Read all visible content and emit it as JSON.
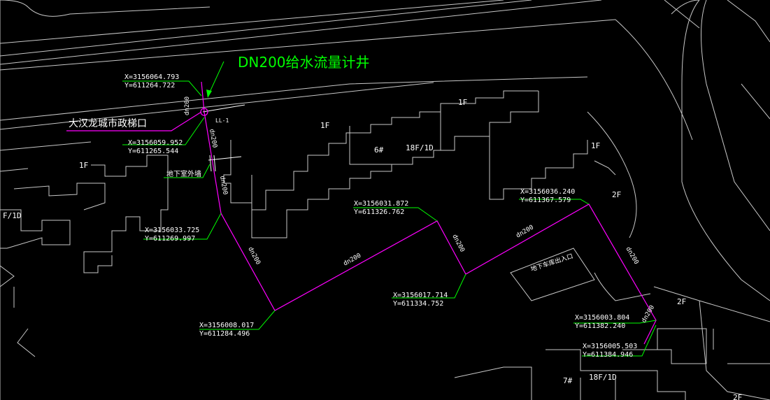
{
  "title": "DN200给水流量计井",
  "street_label": "大汉龙城市政梯口",
  "wall_label": "地下室外墙",
  "well_id": "LL-1",
  "garage_label": "地下车库出入口",
  "buildings": [
    {
      "id": "b6",
      "label": "6#",
      "floors": "18F/1D"
    },
    {
      "id": "b7",
      "label": "7#",
      "floors": "18F/1D"
    }
  ],
  "floor_tags": [
    "1F",
    "1F",
    "1F",
    "1F",
    "2F",
    "2F",
    "F/1D",
    "2F"
  ],
  "pipe_labels": [
    "dn200",
    "dn200",
    "dn200",
    "dn200",
    "dn200",
    "dn200",
    "dn200",
    "dn200",
    "dn200"
  ],
  "coordinates": [
    {
      "x": "X=3156064.793",
      "y": "Y=611264.722"
    },
    {
      "x": "X=3156059.952",
      "y": "Y=611265.544"
    },
    {
      "x": "X=3156033.725",
      "y": "Y=611269.997"
    },
    {
      "x": "X=3156008.017",
      "y": "Y=611284.496"
    },
    {
      "x": "X=3156031.872",
      "y": "Y=611326.762"
    },
    {
      "x": "X=3156017.714",
      "y": "Y=611334.752"
    },
    {
      "x": "X=3156036.240",
      "y": "Y=611367.579"
    },
    {
      "x": "X=3156003.804",
      "y": "Y=611382.240"
    },
    {
      "x": "X=3156005.503",
      "y": "Y=611384.946"
    }
  ],
  "colors": {
    "background": "#000000",
    "pipe": "#ff00ff",
    "leader": "#00ff00",
    "title": "#00ff00",
    "linework": "#ffffff"
  }
}
